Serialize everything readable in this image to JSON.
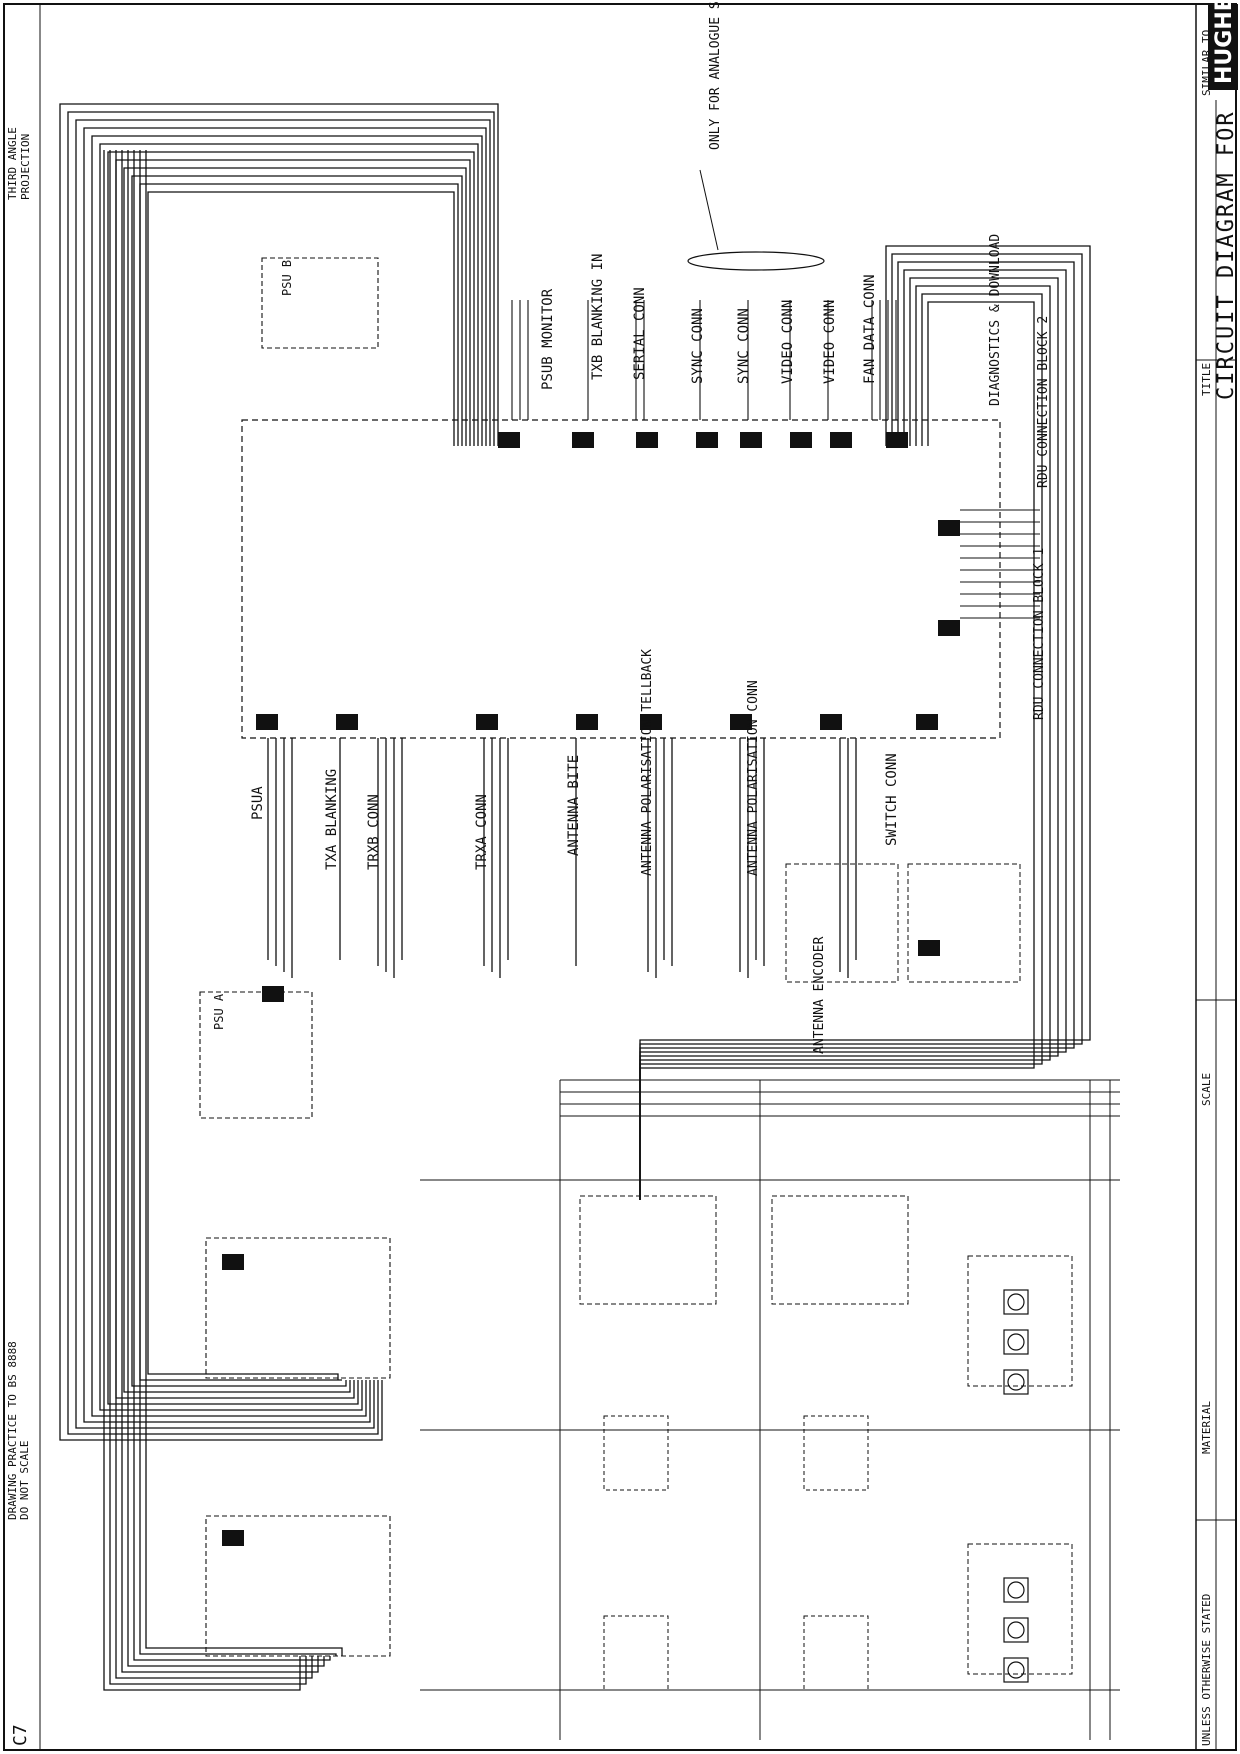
{
  "sheet": {
    "title_block": {
      "title_label": "TITLE",
      "title_text": "CIRCUIT DIAGRAM FOR",
      "similar_to_label": "SIMILAR TO",
      "scale_label": "SCALE",
      "material_label": "MATERIAL",
      "unless_label": "UNLESS OTHERWISE STATED",
      "practice_note": "DRAWING PRACTICE TO BS 8888",
      "do_not_scale": "DO NOT SCALE",
      "projection": "THIRD ANGLE PROJECTION",
      "sheet_ref": "C7",
      "company": "HUGHES"
    },
    "annotation": "ONLY FOR ANALOGUE S",
    "connector_labels": [
      "PSUB MONITOR",
      "TXB BLANKING IN",
      "SERIAL CONN",
      "SYNC CONN",
      "SYNC CONN",
      "VIDEO CONN",
      "VIDEO CONN",
      "FAN DATA CONN",
      "DIAGNOSTICS & DOWNLOAD",
      "RDU CONNECTION BLOCK 2",
      "RDU CONNECTION BLOCK 1",
      "PSUA",
      "TXA BLANKING",
      "TRXB CONN",
      "TRXA CONN",
      "ANTENNA BITE",
      "ANTENNA POLARISATION TELLBACK",
      "ANTENNA POLARISATION CONN",
      "SWITCH CONN",
      "ANTENNA ENCODER",
      "PSU A",
      "PSU B"
    ],
    "colors": {
      "line": "#111111",
      "paper": "#ffffff"
    }
  }
}
